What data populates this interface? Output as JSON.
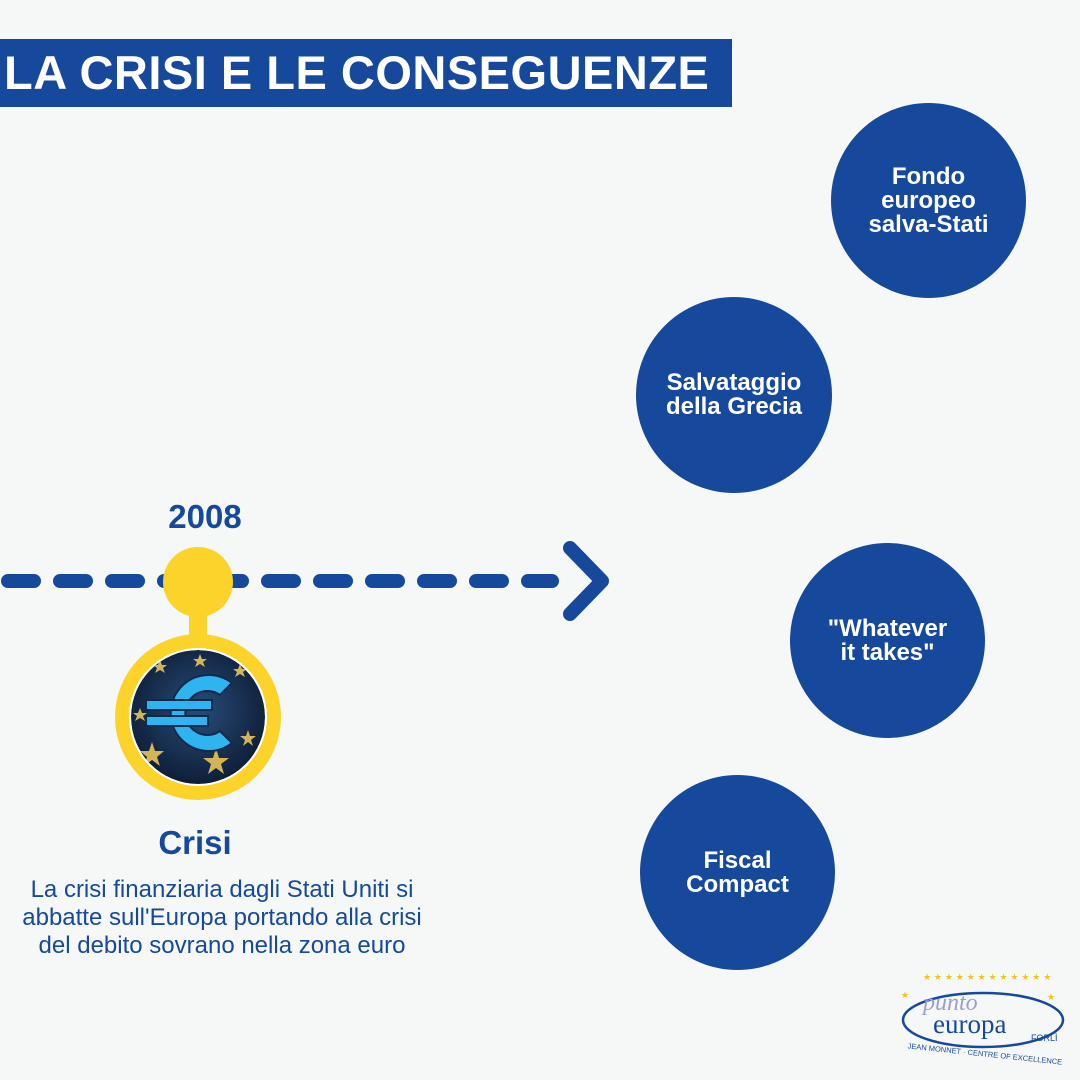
{
  "title": "LA CRISI E LE CONSEGUENZE",
  "year": "2008",
  "event": {
    "title": "Crisi",
    "description": "La crisi finanziaria dagli Stati Uniti si abbatte sull'Europa portando alla crisi del debito sovrano nella zona euro"
  },
  "consequences": [
    {
      "label": "Fondo\neuropeo\nsalva-Stati"
    },
    {
      "label": "Salvataggio\ndella Grecia"
    },
    {
      "label": "\"Whatever\nit takes\""
    },
    {
      "label": "Fiscal\nCompact"
    }
  ],
  "logo": {
    "line1": "punto",
    "line2": "europa",
    "city": "FORLÌ",
    "tagline": "JEAN MONNET · CENTRE OF EXCELLENCE"
  },
  "colors": {
    "primary": "#16499b",
    "accent": "#fbd32b",
    "background": "#f6f8f8"
  }
}
